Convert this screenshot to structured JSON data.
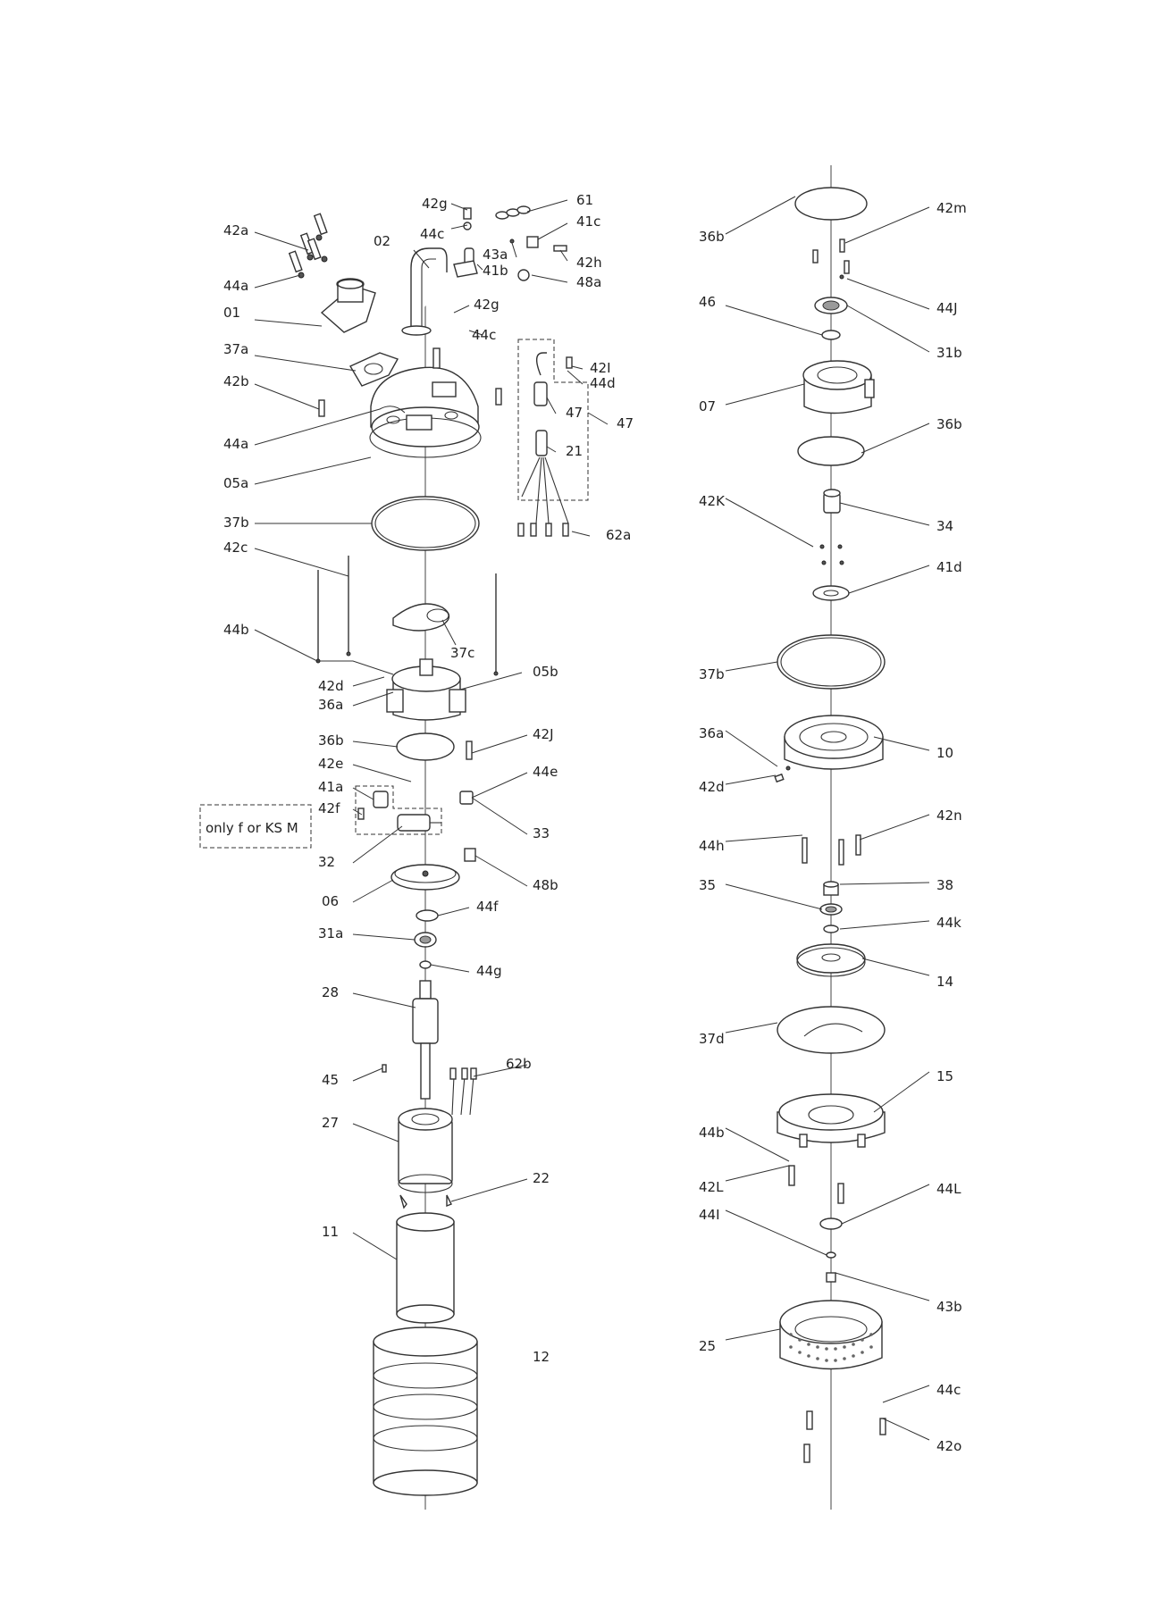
{
  "callouts_left": {
    "c42a": "42a",
    "c44a1": "44a",
    "c01": "01",
    "c37a": "37a",
    "c42b": "42b",
    "c44a2": "44a",
    "c05a": "05a",
    "c37b": "37b",
    "c42c": "42c",
    "c44b": "44b",
    "c42d": "42d",
    "c36a": "36a",
    "c05b": "05b",
    "c36b": "36b",
    "c42e": "42e",
    "c41a": "41a",
    "c42f": "42f",
    "c32": "32",
    "c06": "06",
    "c31a": "31a",
    "c28": "28",
    "c45": "45",
    "c27": "27",
    "c11": "11",
    "c12": "12",
    "c22": "22",
    "c62b": "62b",
    "c44g": "44g",
    "c44f": "44f",
    "c48b": "48b",
    "c33": "33",
    "c44e": "44e",
    "c42J": "42J",
    "c37c": "37c",
    "c62a": "62a",
    "c21": "21",
    "c47a": "47",
    "c47b": "47",
    "c44d": "44d",
    "c42I": "42I",
    "c44c1": "44c",
    "c42g1": "42g",
    "c02": "02",
    "c42g2": "42g",
    "c44c2": "44c",
    "c43a": "43a",
    "c41b": "41b",
    "c61": "61",
    "c41c": "41c",
    "c42h": "42h",
    "c48a": "48a"
  },
  "callouts_right": {
    "r36b1": "36b",
    "r42m": "42m",
    "r46": "46",
    "r44J": "44J",
    "r31b": "31b",
    "r07": "07",
    "r36b2": "36b",
    "r42K": "42K",
    "r34": "34",
    "r41d": "41d",
    "r37b": "37b",
    "r36a": "36a",
    "r10": "10",
    "r42d": "42d",
    "r44h": "44h",
    "r42n": "42n",
    "r35": "35",
    "r38": "38",
    "r44k": "44k",
    "r14": "14",
    "r37d": "37d",
    "r15": "15",
    "r44b": "44b",
    "r42L": "42L",
    "r44L": "44L",
    "r44I": "44I",
    "r43b": "43b",
    "r25": "25",
    "r44c": "44c",
    "r42o": "42o"
  },
  "note": {
    "only_for": "only  f or KS M"
  }
}
